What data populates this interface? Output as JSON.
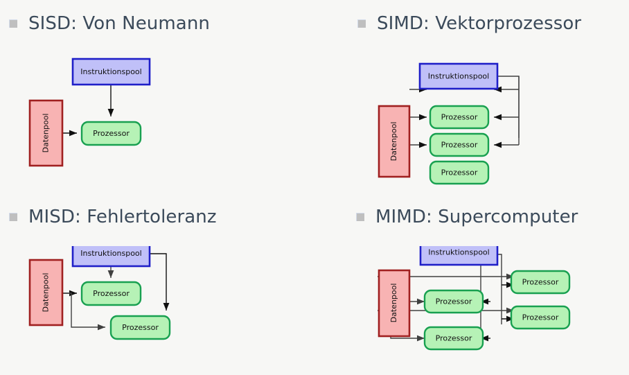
{
  "slide": {
    "background_color": "#f7f7f5",
    "heading_color": "#3b4a5a",
    "bullet_color": "#bfbfbf"
  },
  "palette": {
    "instruction_fill": "#c0c0f8",
    "instruction_stroke": "#1f1fc8",
    "data_fill": "#f8b3b3",
    "data_stroke": "#a02020",
    "processor_fill": "#b6f2b6",
    "processor_stroke": "#18a050",
    "arrow_color": "#404040",
    "arrow_color_dark": "#101010"
  },
  "labels": {
    "instruction_pool": "Instruktionspool",
    "data_pool": "Datenpool",
    "processor": "Prozessor"
  },
  "quadrants": [
    {
      "id": "sisd",
      "heading": "SISD: Von Neumann",
      "boxes": {
        "instruction_pool": 1,
        "data_pool": 1,
        "processors": 1
      }
    },
    {
      "id": "simd",
      "heading": "SIMD: Vektorprozessor",
      "boxes": {
        "instruction_pool": 1,
        "data_pool": 1,
        "processors": 3
      }
    },
    {
      "id": "misd",
      "heading": "MISD: Fehlertoleranz",
      "boxes": {
        "instruction_pool": 1,
        "data_pool": 1,
        "processors": 2
      }
    },
    {
      "id": "mimd",
      "heading": "MIMD: Supercomputer",
      "boxes": {
        "instruction_pool": 1,
        "data_pool": 1,
        "processors": 4
      }
    }
  ]
}
